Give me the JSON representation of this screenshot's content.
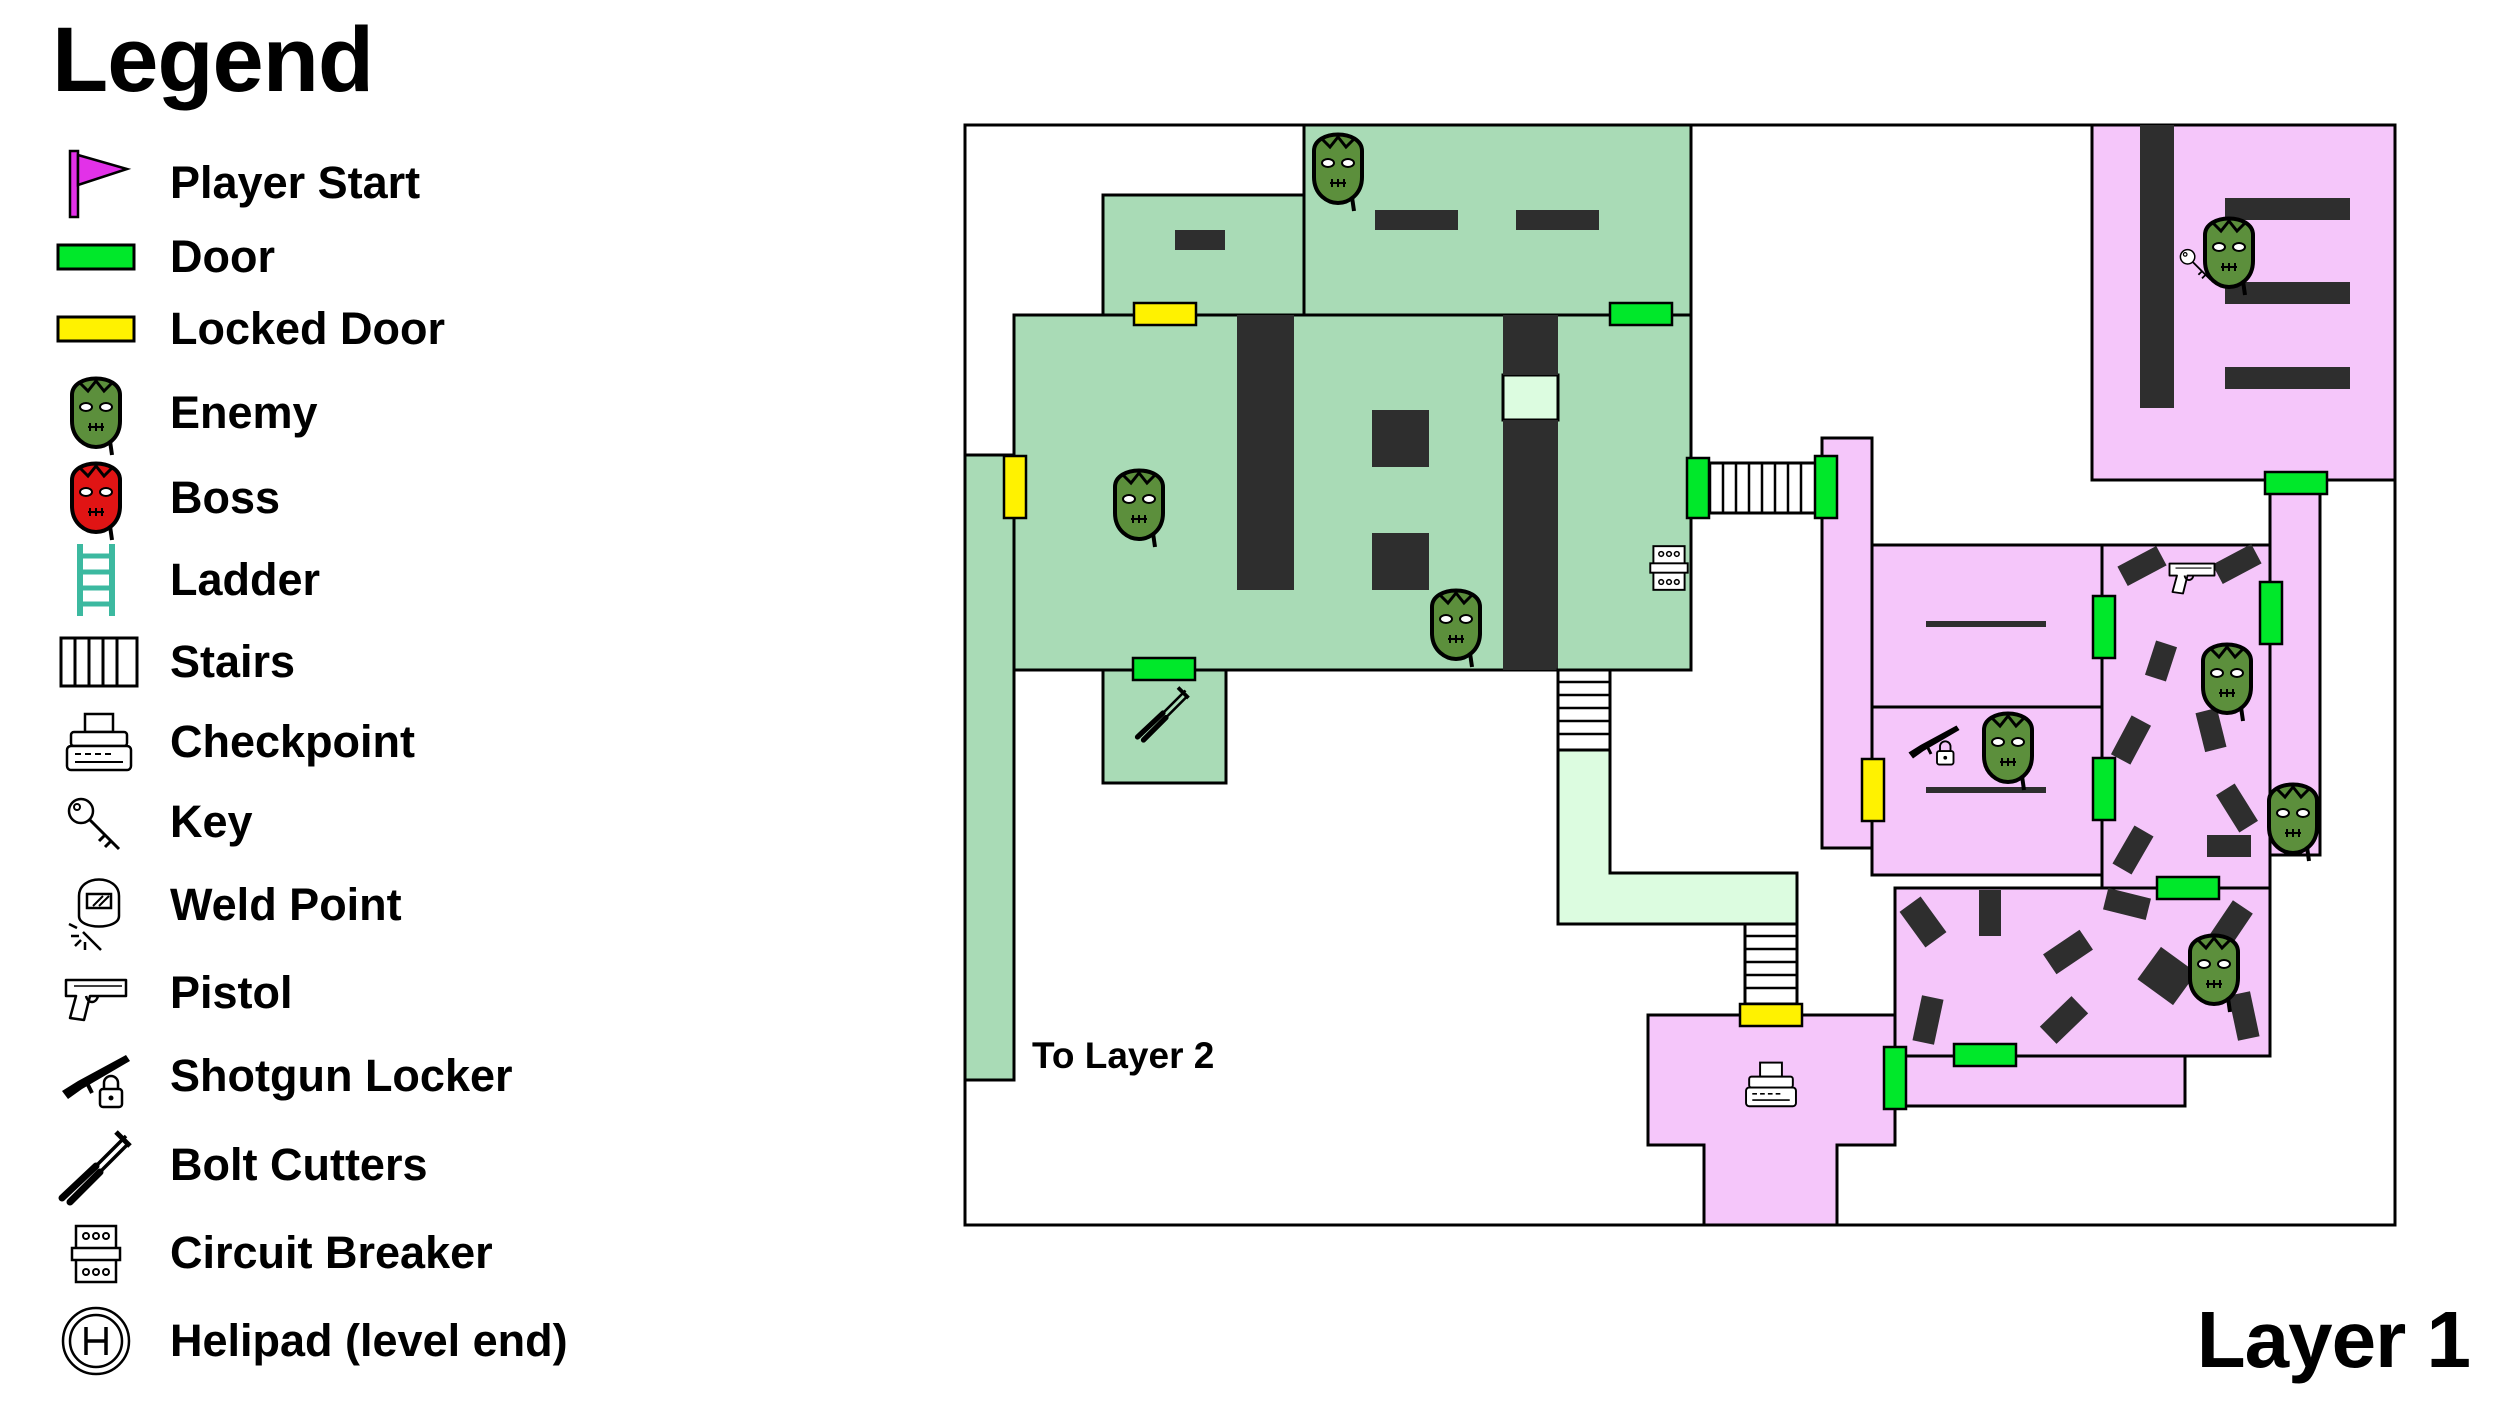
{
  "legend": {
    "title": "Legend",
    "items": [
      {
        "key": "player_start",
        "label": "Player Start",
        "icon": "flag-icon"
      },
      {
        "key": "door",
        "label": "Door",
        "icon": "door-icon"
      },
      {
        "key": "locked_door",
        "label": "Locked Door",
        "icon": "locked-door-icon"
      },
      {
        "key": "enemy",
        "label": "Enemy",
        "icon": "zombie-head-icon"
      },
      {
        "key": "boss",
        "label": "Boss",
        "icon": "boss-head-icon"
      },
      {
        "key": "ladder",
        "label": "Ladder",
        "icon": "ladder-icon"
      },
      {
        "key": "stairs",
        "label": "Stairs",
        "icon": "stairs-icon"
      },
      {
        "key": "checkpoint",
        "label": "Checkpoint",
        "icon": "typewriter-icon"
      },
      {
        "key": "key",
        "label": "Key",
        "icon": "key-icon"
      },
      {
        "key": "weld_point",
        "label": "Weld Point",
        "icon": "weld-point-icon"
      },
      {
        "key": "pistol",
        "label": "Pistol",
        "icon": "pistol-icon"
      },
      {
        "key": "shotgun_locker",
        "label": "Shotgun Locker",
        "icon": "shotgun-locker-icon"
      },
      {
        "key": "bolt_cutters",
        "label": "Bolt Cutters",
        "icon": "bolt-cutters-icon"
      },
      {
        "key": "circuit_breaker",
        "label": "Circuit Breaker",
        "icon": "circuit-breaker-icon"
      },
      {
        "key": "helipad",
        "label": "Helipad (level end)",
        "icon": "helipad-icon"
      }
    ]
  },
  "map": {
    "layer_title": "Layer 1",
    "exit_label": "To Layer 2"
  },
  "colors": {
    "green_zone": "#a9dbb6",
    "light_green_zone": "#dcfce0",
    "pink_zone": "#f5c6fa",
    "wall_block": "#2e2e2e",
    "door": "#00e82a",
    "locked_door": "#fff200",
    "player_flag": "#e231e8",
    "enemy_skin": "#5c8f3c",
    "boss_skin": "#e01414",
    "ladder": "#3cb9a0"
  }
}
